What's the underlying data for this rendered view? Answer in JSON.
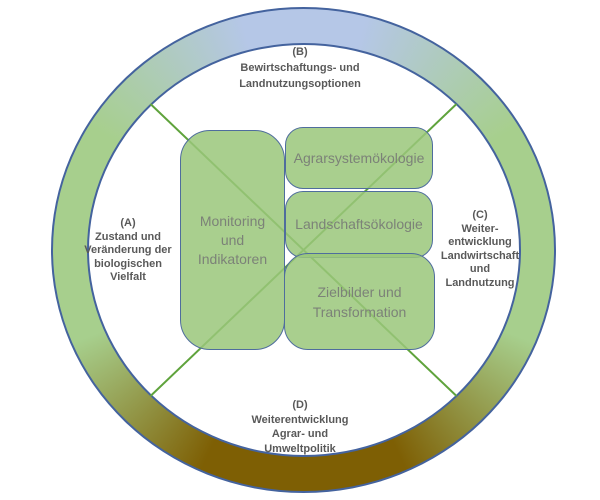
{
  "diagram": {
    "title_context": "Research framework ring diagram",
    "quadrants": {
      "a": {
        "text": "(A)\nZustand und\nVeränderung der\nbiologischen\nVielfalt"
      },
      "b": {
        "text": "(B)\nBewirtschaftungs- und\nLandnutzungsoptionen"
      },
      "c": {
        "text": "(C)\nWeiter-\nentwicklung\nLandwirtschaft\nund\nLandnutzung"
      },
      "d": {
        "text": "(D)\nWeiterentwicklung\nAgrar- und\nUmweltpolitik"
      }
    },
    "boxes": {
      "monitoring": {
        "label": "Monitoring\nund\nIndikatoren"
      },
      "agrarsystem": {
        "label": "Agrarsystemökologie"
      },
      "landschaft": {
        "label": "Landschaftsökologie"
      },
      "zielbilder": {
        "label": "Zielbilder und\nTransformation"
      }
    },
    "colors": {
      "ring_top_blue": "#b5c7e7",
      "ring_side_green": "#a7cf8d",
      "ring_bottom_gold": "#7e5f04",
      "ring_border_blue": "#44639e",
      "diagonal_line_green": "#5fa33c",
      "box_fill_green": "#a9d18e",
      "box_border_blue": "#4f6d9d",
      "quadrant_text_gray": "#595959",
      "box_text_gray": "#7c8278"
    }
  }
}
